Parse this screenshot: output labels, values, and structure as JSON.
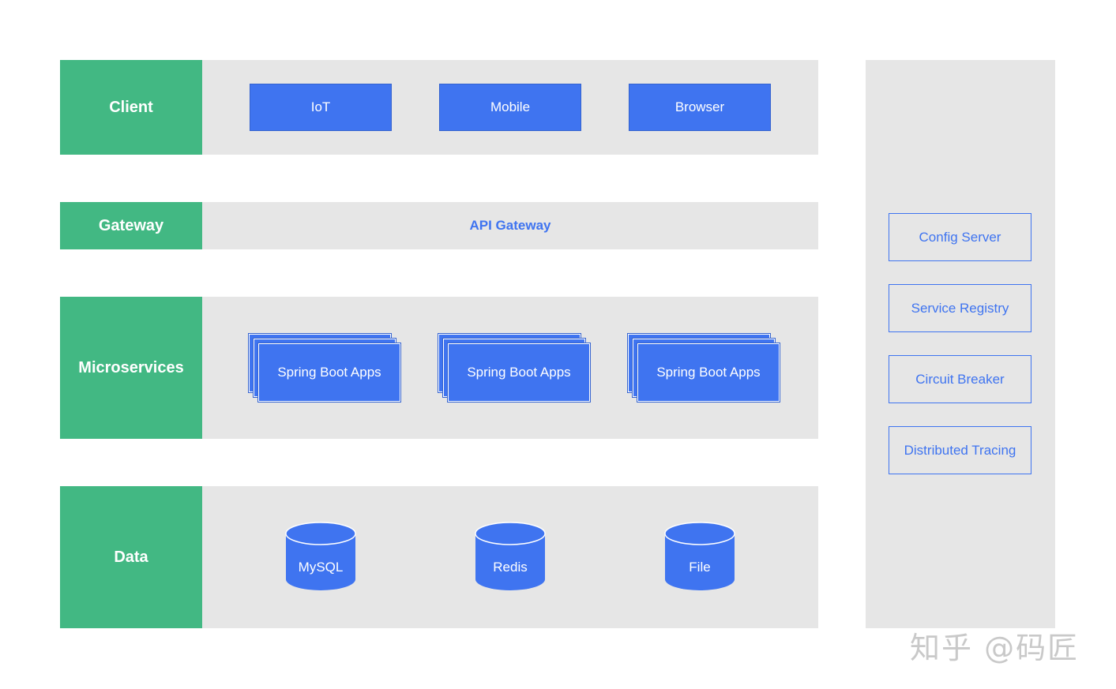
{
  "layers": {
    "client": {
      "label": "Client",
      "items": [
        "IoT",
        "Mobile",
        "Browser"
      ]
    },
    "gateway": {
      "label": "Gateway",
      "component": "API Gateway"
    },
    "microservices": {
      "label": "Microservices",
      "items": [
        "Spring Boot Apps",
        "Spring Boot Apps",
        "Spring Boot Apps"
      ]
    },
    "data": {
      "label": "Data",
      "items": [
        "MySQL",
        "Redis",
        "File"
      ]
    }
  },
  "infrastructure": {
    "items": [
      "Config Server",
      "Service Registry",
      "Circuit Breaker",
      "Distributed Tracing"
    ]
  },
  "watermark": "知乎 @码匠",
  "colors": {
    "layer_label": "#42b883",
    "component_blue": "#3f74f0",
    "band_gray": "#e6e6e6"
  }
}
